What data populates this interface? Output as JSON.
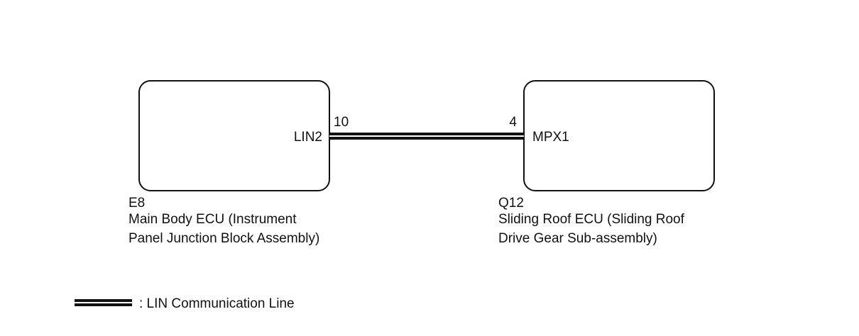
{
  "diagram": {
    "left_ecu": {
      "pin_number": "10",
      "pin_name": "LIN2",
      "connector_code": "E8",
      "name_line1": "Main Body ECU (Instrument",
      "name_line2": "Panel Junction Block Assembly)"
    },
    "right_ecu": {
      "pin_number": "4",
      "pin_name": "MPX1",
      "connector_code": "Q12",
      "name_line1": "Sliding Roof ECU (Sliding Roof",
      "name_line2": "Drive Gear Sub-assembly)"
    },
    "legend": {
      "label": ": LIN Communication Line"
    },
    "colors": {
      "line": "#111111",
      "box_stroke": "#111111",
      "background": "#ffffff"
    }
  }
}
